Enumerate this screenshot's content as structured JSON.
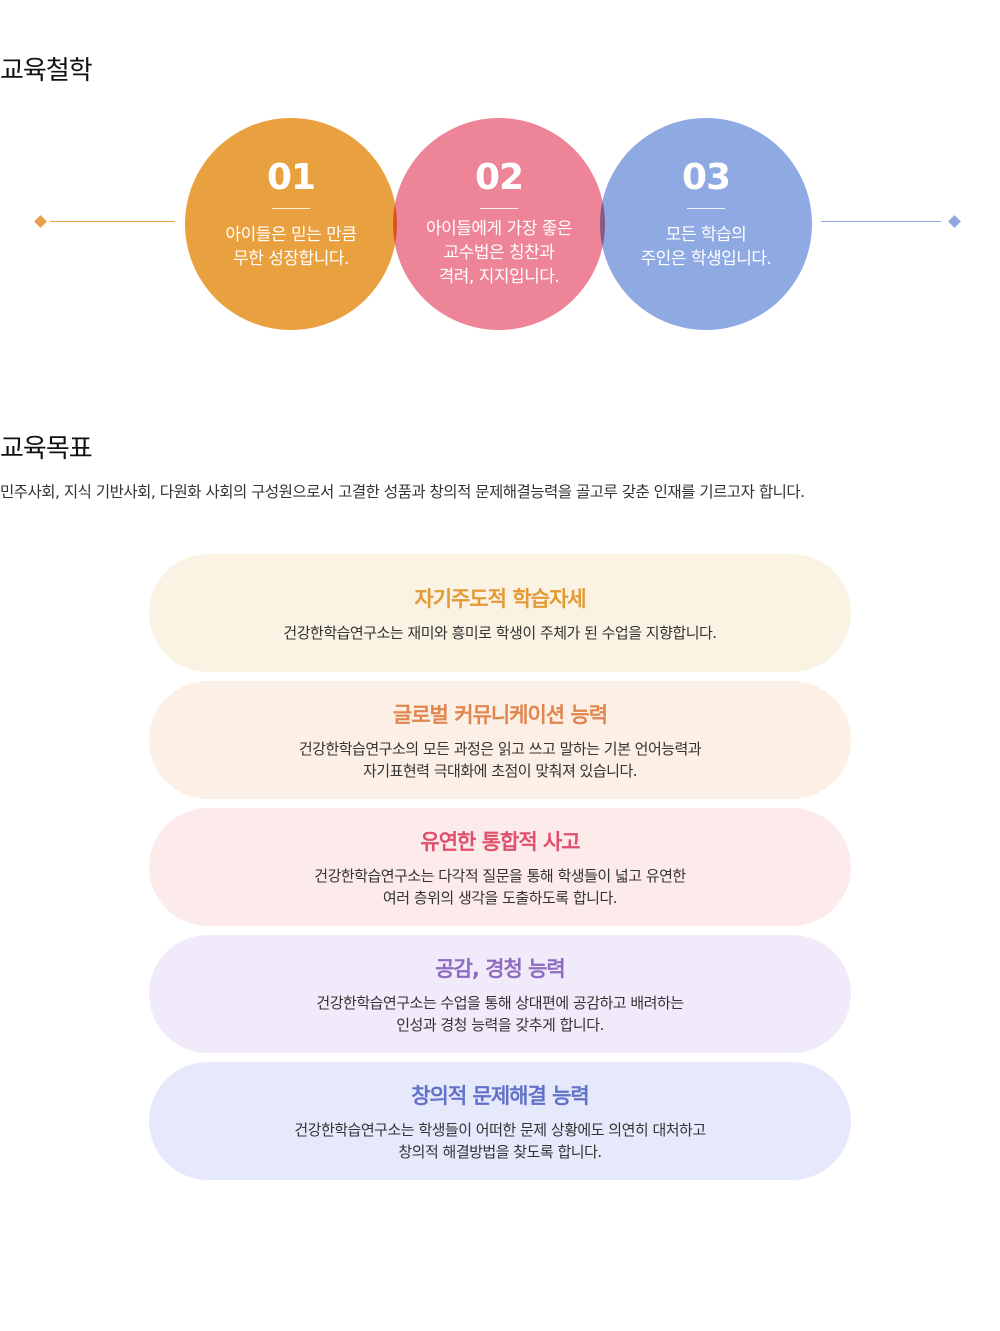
{
  "philosophy": {
    "title": "교육철학",
    "items": [
      {
        "num": "01",
        "text": "아이들은 믿는 만큼\n무한 성장합니다."
      },
      {
        "num": "02",
        "text": "아이들에게 가장 좋은\n교수법은 칭찬과\n격려, 지지입니다."
      },
      {
        "num": "03",
        "text": "모든 학습의\n주인은 학생입니다."
      }
    ],
    "colors": {
      "first": "#e9a03f",
      "second": "#ed8497",
      "third": "#8fa9e3"
    }
  },
  "goals": {
    "title": "교육목표",
    "description": "민주사회, 지식 기반사회, 다원화 사회의 구성원으로서 고결한 성품과 창의적 문제해결능력을 골고루 갖춘 인재를 기르고자 합니다.",
    "items": [
      {
        "title": "자기주도적 학습자세",
        "desc": "건강한학습연구소는 재미와 흥미로 학생이 주체가 된 수업을 지향합니다."
      },
      {
        "title": "글로벌 커뮤니케이션 능력",
        "desc": "건강한학습연구소의 모든 과정은 읽고 쓰고 말하는 기본 언어능력과\n자기표현력 극대화에 초점이 맞춰져 있습니다."
      },
      {
        "title": "유연한 통합적 사고",
        "desc": "건강한학습연구소는 다각적 질문을 통해 학생들이 넓고 유연한\n여러 층위의 생각을 도출하도록 합니다."
      },
      {
        "title": "공감, 경청 능력",
        "desc": "건강한학습연구소는 수업을 통해 상대편에 공감하고 배려하는\n인성과 경청 능력을 갖추게 합니다."
      },
      {
        "title": "창의적 문제해결 능력",
        "desc": "건강한학습연구소는 학생들이 어떠한 문제 상황에도 의연히 대처하고\n창의적 해결방법을 찾도록 합니다."
      }
    ]
  }
}
